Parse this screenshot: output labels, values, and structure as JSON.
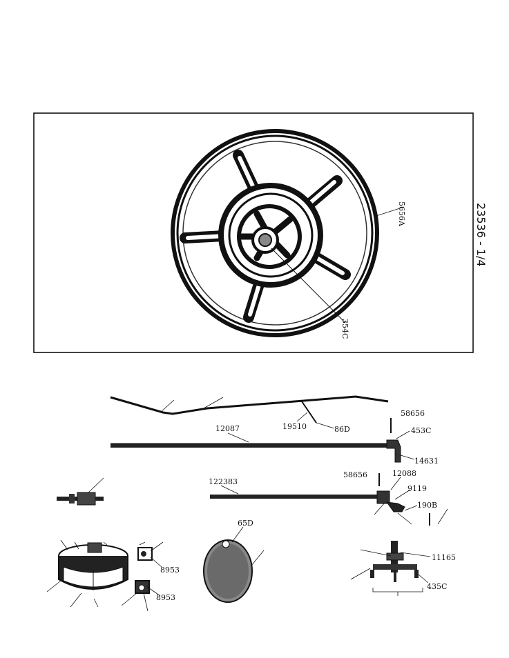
{
  "document": {
    "side_code": "23536 - 1/4"
  },
  "wheel_panel": {
    "labels": {
      "rim": "5656A",
      "hub": "354C"
    }
  },
  "parts": {
    "upper_rod": "12087",
    "clip_pin": "19510",
    "clip_pin_small": "86D",
    "pin_top": "58656",
    "nut_top": "453C",
    "bracket_top": "14631",
    "lower_rod": "122383",
    "pin_lower": "58656",
    "lower_bracket": "12088",
    "bolt": "9119",
    "washer": "190B",
    "cap": "65D",
    "clip_a": "8953",
    "clip_b": "8953",
    "fitting": "11165",
    "fitting_pins": "435C"
  }
}
